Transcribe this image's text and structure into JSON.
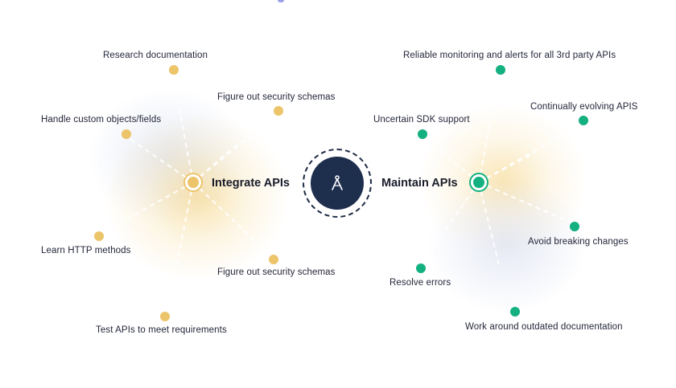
{
  "center": {
    "icon": "compass-icon"
  },
  "left": {
    "title": "Integrate APIs",
    "color": "#ecc46a",
    "items": [
      "Research documentation",
      "Figure out security schemas",
      "Handle custom objects/fields",
      "Learn HTTP methods",
      "Figure out security schemas",
      "Test APIs to meet requirements"
    ]
  },
  "right": {
    "title": "Maintain APIs",
    "color": "#14b07f",
    "items": [
      "Reliable monitoring and alerts for all 3rd party APIs",
      "Continually evolving APIS",
      "Uncertain SDK support",
      "Avoid breaking changes",
      "Resolve errors",
      "Work around outdated documentation"
    ]
  },
  "colors": {
    "navy": "#1e2f4e",
    "yellow": "#ecc46a",
    "green": "#14b07f"
  }
}
